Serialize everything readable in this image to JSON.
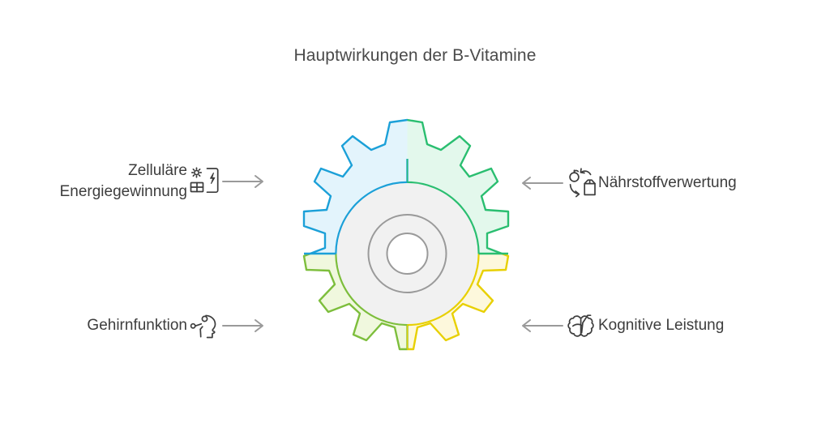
{
  "page": {
    "title": "Hauptwirkungen der B-Vitamine",
    "background_color": "#ffffff",
    "text_color": "#3d3d3d",
    "arrow_color": "#9a9a9a"
  },
  "gear": {
    "teeth_count": 12,
    "hub_fill": "#f1f1f1",
    "hub_stroke": "#9a9a9a",
    "hub_center_fill": "#ffffff",
    "segments": [
      {
        "id": "cellular-energy",
        "position": "top-left",
        "stroke": "#1BA0D8",
        "fill": "#E3F4FC",
        "label": "Zelluläre Energiegewinnung"
      },
      {
        "id": "nutrient-utilization",
        "position": "top-right",
        "stroke": "#2ABE70",
        "fill": "#E3F8EC",
        "label": "Nährstoffverwertung"
      },
      {
        "id": "brain-function",
        "position": "bottom-left",
        "stroke": "#7DBE3C",
        "fill": "#F0F8DE",
        "label": "Gehirnfunktion"
      },
      {
        "id": "cognitive-performance",
        "position": "bottom-right",
        "stroke": "#E8D002",
        "fill": "#FDF8DC",
        "label": "Kognitive Leistung"
      }
    ]
  },
  "callouts": [
    {
      "id": "cellular-energy",
      "label": "Zelluläre\nEnergiegewinnung",
      "icon": "solar-battery-energy-icon",
      "arrow": "arrow-right",
      "side": "left"
    },
    {
      "id": "nutrient-utilization",
      "label": "Nährstoffverwertung",
      "icon": "nutrient-cycle-icon",
      "arrow": "arrow-left",
      "side": "right"
    },
    {
      "id": "brain-function",
      "label": "Gehirnfunktion",
      "icon": "head-neural-icon",
      "arrow": "arrow-right",
      "side": "left"
    },
    {
      "id": "cognitive-performance",
      "label": "Kognitive Leistung",
      "icon": "brain-chart-icon",
      "arrow": "arrow-left",
      "side": "right"
    }
  ]
}
